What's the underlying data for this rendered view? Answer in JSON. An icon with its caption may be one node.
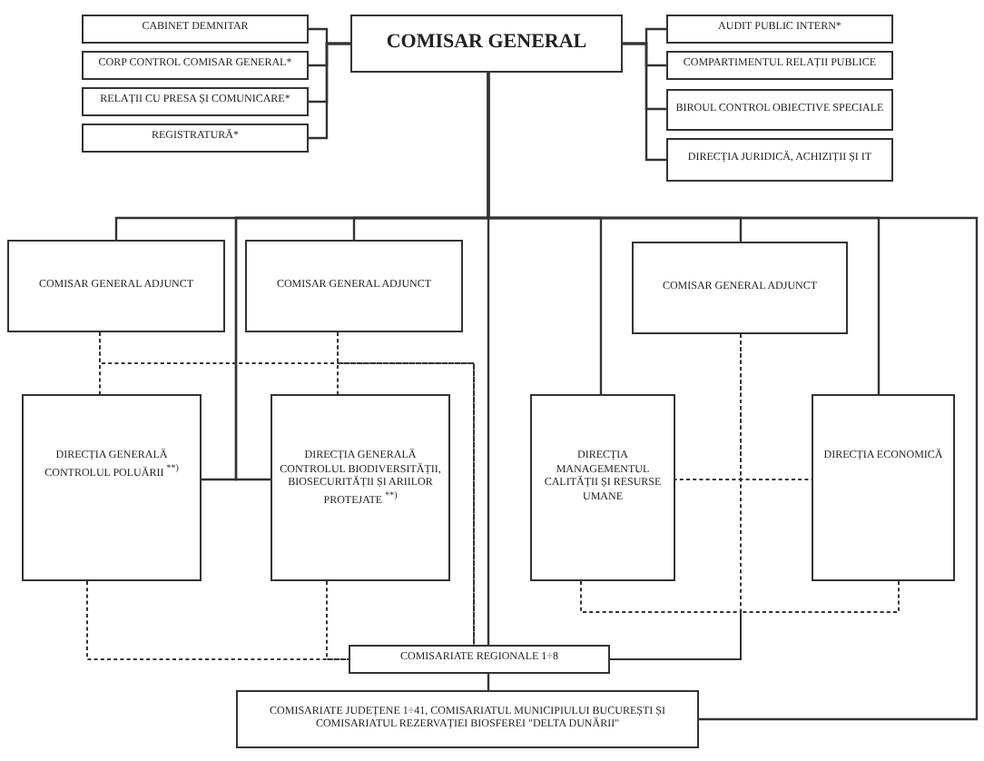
{
  "diagram": {
    "nodes": [
      {
        "text": [
          "COMISAR GENERAL"
        ]
      },
      {
        "text": [
          "CABINET DEMNITAR"
        ]
      },
      {
        "text": [
          "CORP CONTROL COMISAR GENERAL*"
        ]
      },
      {
        "text": [
          "RELAȚII CU PRESA ȘI COMUNICARE*"
        ]
      },
      {
        "text": [
          "REGISTRATURĂ*"
        ]
      },
      {
        "text": [
          "AUDIT PUBLIC INTERN*"
        ]
      },
      {
        "text": [
          "COMPARTIMENTUL RELAȚII PUBLICE"
        ]
      },
      {
        "text": [
          "BIROUL CONTROL OBIECTIVE SPECIALE"
        ]
      },
      {
        "text": [
          "DIRECȚIA JURIDICĂ, ACHIZIȚII ȘI IT"
        ]
      },
      {
        "text": [
          "COMISAR GENERAL ADJUNCT"
        ]
      },
      {
        "text": [
          "COMISAR GENERAL ADJUNCT"
        ]
      },
      {
        "text": [
          "COMISAR GENERAL ADJUNCT"
        ]
      },
      {
        "text": [
          "DIRECȚIA GENERALĂ CONTROLUL POLUĂRII $^{**)}$"
        ]
      },
      {
        "text": [
          "DIRECȚIA GENERALĂ CONTROLUL BIODIVERSITĂȚII, BIOSECURITĂȚII ȘI ARIILOR PROTEJATE $^{**)}$"
        ]
      },
      {
        "text": [
          "DIRECȚIA MANAGEMENTUL CALITĂȚII ȘI RESURSE UMANE"
        ]
      },
      {
        "text": [
          "DIRECȚIA ECONOMICĂ"
        ]
      },
      {
        "text": [
          "COMISARIATE REGIONALE 1÷8"
        ]
      },
      {
        "text": [
          "COMISARIATE JUDEȚENE 1÷41, COMISARIATUL MUNICIPIULUI BUCUREȘTI ȘI COMISARIATUL REZERVAȚIEI BIOSFEREI \"DELTA DUNĂRII\""
        ]
      }
    ],
    "edges": [
      {
        "from": 0,
        "to": 1,
        "arrow": "none"
      },
      {
        "from": 0,
        "to": 2,
        "arrow": "none"
      },
      {
        "from": 0,
        "to": 3,
        "arrow": "none"
      },
      {
        "from": 0,
        "to": 4,
        "arrow": "none"
      },
      {
        "from": 0,
        "to": 5,
        "arrow": "none"
      },
      {
        "from": 0,
        "to": 6,
        "arrow": "none"
      },
      {
        "from": 0,
        "to": 7,
        "arrow": "none"
      },
      {
        "from": 0,
        "to": 8,
        "arrow": "none"
      },
      {
        "from": 0,
        "to": 9,
        "arrow": "none"
      },
      {
        "from": 0,
        "to": 10,
        "arrow": "none"
      },
      {
        "from": 0,
        "to": 11,
        "arrow": "none"
      },
      {
        "from": 0,
        "to": 12,
        "arrow": "none"
      },
      {
        "from": 0,
        "to": 13,
        "arrow": "none"
      },
      {
        "from": 0,
        "to": 14,
        "arrow": "none"
      },
      {
        "from": 0,
        "to": 15,
        "arrow": "none"
      },
      {
        "from": 0,
        "to": 16,
        "arrow": "none"
      },
      {
        "from": 0,
        "to": 17,
        "arrow": "none"
      },
      {
        "from": 9,
        "to": 12,
        "arrow": "none",
        "style": "dashed"
      },
      {
        "from": 9,
        "to": 16,
        "arrow": "none",
        "style": "dashed"
      },
      {
        "from": 10,
        "to": 13,
        "arrow": "none",
        "style": "dashed"
      },
      {
        "from": 10,
        "to": 16,
        "arrow": "none",
        "style": "dashed"
      },
      {
        "from": 11,
        "to": 14,
        "arrow": "none",
        "style": "dashed"
      },
      {
        "from": 11,
        "to": 15,
        "arrow": "none",
        "style": "dashed"
      },
      {
        "from": 11,
        "to": 16,
        "arrow": "none",
        "style": "dashed"
      },
      {
        "from": 12,
        "to": 16,
        "arrow": "none",
        "style": "dashed"
      },
      {
        "from": 13,
        "to": 16,
        "arrow": "none",
        "style": "dashed"
      },
      {
        "from": 14,
        "to": 16,
        "arrow": "none",
        "style": "dashed"
      },
      {
        "from": 15,
        "to": 16,
        "arrow": "none",
        "style": "dashed"
      },
      {
        "from": 16,
        "to": 17,
        "arrow": "none"
      }
    ]
  }
}
